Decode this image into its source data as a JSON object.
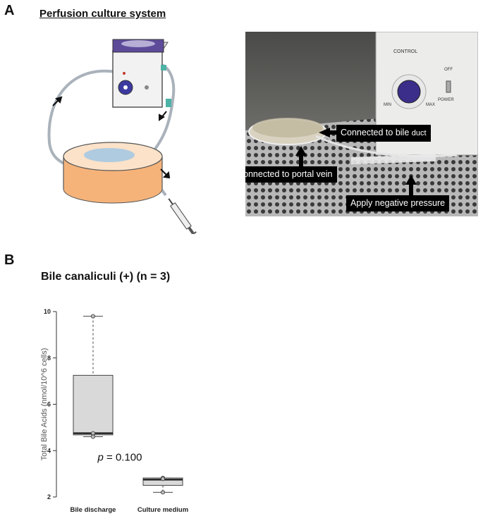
{
  "panel_a": {
    "letter": "A",
    "schematic_title": "Perfusion culture system",
    "photo": {
      "dial_control_label": "CONTROL",
      "dial_min": "MIN",
      "dial_max": "MAX",
      "switch_off": "OFF",
      "switch_power": "POWER",
      "callout_bile_main": "Connected to bile",
      "callout_bile_small": "duct",
      "callout_portal": "Connected to portal vein",
      "callout_negative": "Apply negative pressure"
    }
  },
  "panel_b": {
    "letter": "B",
    "title": "Bile canaliculi (+) (n = 3)",
    "p_label": "p",
    "p_value": " = 0.100"
  },
  "chart_data": {
    "type": "box",
    "title": "Bile canaliculi (+) (n = 3)",
    "xlabel": "",
    "ylabel": "Total Bile Acids (nmol/10^6 cells)",
    "ylim": [
      2,
      10
    ],
    "yticks": [
      2,
      4,
      6,
      8,
      10
    ],
    "categories": [
      "Bile discharge",
      "Culture medium"
    ],
    "boxes": [
      {
        "name": "Bile discharge",
        "min": 4.6,
        "q1": 4.68,
        "median": 4.75,
        "q3": 7.25,
        "max": 9.8,
        "points": [
          9.8,
          4.75,
          4.6
        ]
      },
      {
        "name": "Culture medium",
        "min": 2.2,
        "q1": 2.5,
        "median": 2.75,
        "q3": 2.82,
        "max": 2.82,
        "points": [
          2.82,
          2.78,
          2.2
        ]
      }
    ],
    "annotation": "p = 0.100",
    "colors": {
      "box_fill": "#d9d9d9",
      "stroke": "#444444"
    }
  }
}
